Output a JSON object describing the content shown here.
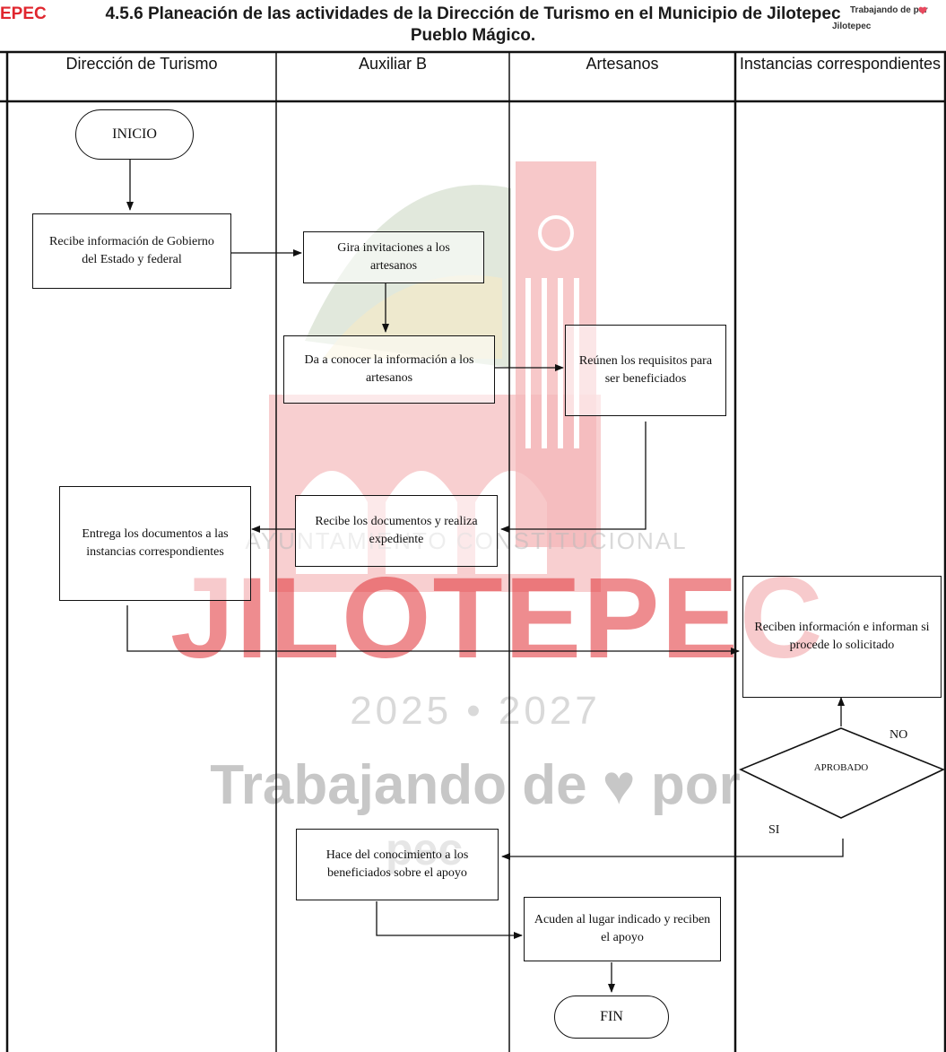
{
  "header": {
    "brand_fragment": "EPEC",
    "title_line1": "4.5.6 Planeación de las actividades de la Dirección de Turismo en el Municipio de Jilotepec",
    "title_line2": "Pueblo Mágico.",
    "right_tag_line1": "Trabajando de  por",
    "right_tag_line2": "Jilotepec"
  },
  "lanes": [
    {
      "name": "Dirección de Turismo"
    },
    {
      "name": "Auxiliar B"
    },
    {
      "name": "Artesanos"
    },
    {
      "name": "Instancias correspondientes"
    }
  ],
  "nodes": {
    "inicio": "INICIO",
    "recibe_info": "Recibe información de Gobierno del Estado y federal",
    "gira_invitaciones": "Gira invitaciones a los artesanos",
    "da_a_conocer": "Da a conocer la información a los artesanos",
    "reunen_requisitos": "Reúnen los requisitos para ser beneficiados",
    "recibe_documentos": "Recibe los documentos y realiza expediente",
    "entrega_documentos": "Entrega los documentos a las instancias correspondientes",
    "reciben_informacion": "Reciben información e informan si procede lo solicitado",
    "aprobado": "APROBADO",
    "hace_conocimiento": "Hace del conocimiento a los beneficiados sobre el apoyo",
    "acuden_lugar": "Acuden al lugar indicado y reciben el apoyo",
    "fin": "FIN"
  },
  "edge_labels": {
    "no": "NO",
    "si": "SI"
  },
  "watermark": {
    "municipality": "JILOTEPEC",
    "subtitle": "AYUNTAMIENTO CONSTITUCIONAL",
    "years": "2025  •  2027",
    "slogan": "Trabajando de ♥ por",
    "slogan2": "pec"
  },
  "colors": {
    "watermark_red": "#e23a3f",
    "heart_red": "#e84a5f",
    "line": "#111111"
  }
}
